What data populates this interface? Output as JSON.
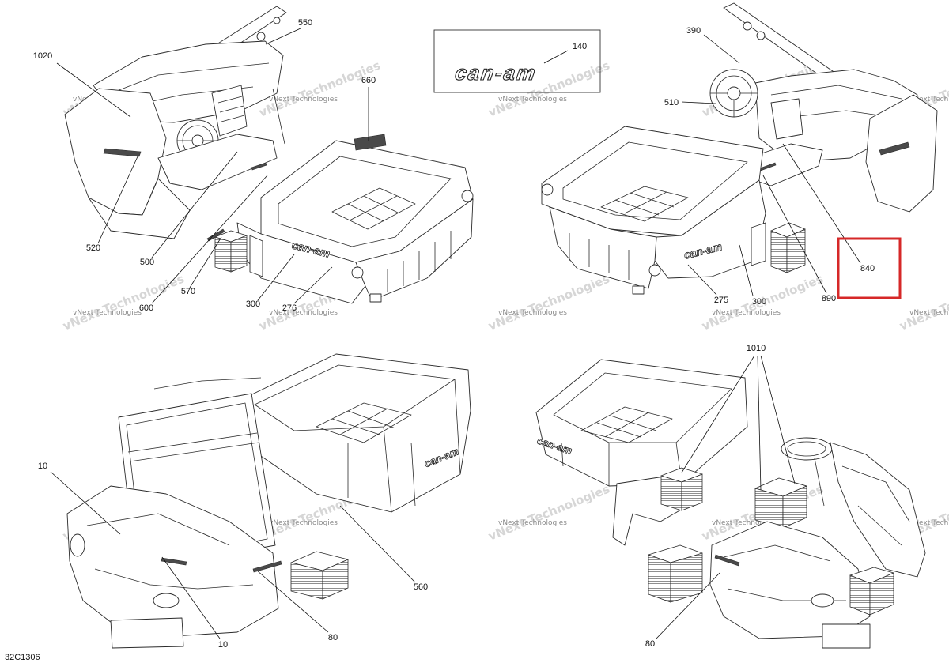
{
  "diagram_code": "32C1306",
  "watermark": "vNext Technologies",
  "logo_text": "can-am",
  "highlight_color": "#d62828",
  "callouts": {
    "top_left": [
      "1020",
      "550",
      "660",
      "520",
      "500",
      "570",
      "600",
      "300",
      "276"
    ],
    "top_center": [
      "140"
    ],
    "top_right": [
      "390",
      "510",
      "840",
      "890",
      "275",
      "300"
    ],
    "bottom_left": [
      "10",
      "10",
      "560",
      "80"
    ],
    "bottom_right": [
      "1010",
      "80"
    ]
  }
}
